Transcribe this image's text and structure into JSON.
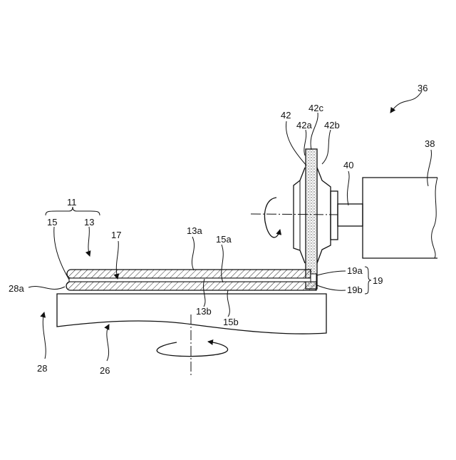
{
  "labels": {
    "l36": "36",
    "l38": "38",
    "l40": "40",
    "l42": "42",
    "l42a": "42a",
    "l42b": "42b",
    "l42c": "42c",
    "l11": "11",
    "l13": "13",
    "l15": "15",
    "l17": "17",
    "l13a": "13a",
    "l15a": "15a",
    "l13b": "13b",
    "l15b": "15b",
    "l19": "19",
    "l19a": "19a",
    "l19b": "19b",
    "l28a": "28a",
    "l28": "28",
    "l26": "26"
  }
}
